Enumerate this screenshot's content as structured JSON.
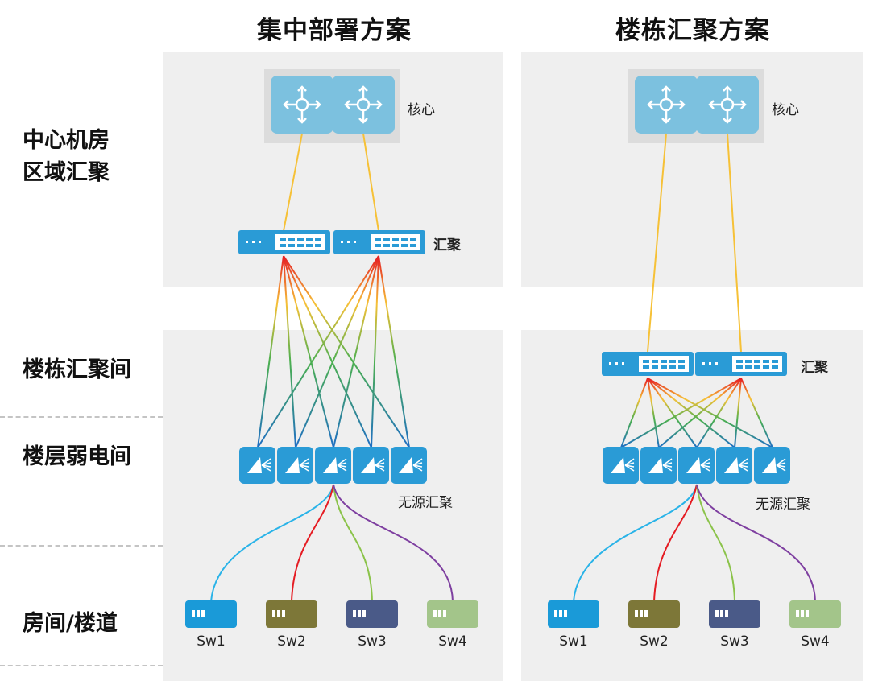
{
  "schemes": [
    {
      "title": "集中部署方案",
      "core_label": "核心",
      "agg_label": "汇聚",
      "passive_label": "无源汇聚",
      "switches": [
        "Sw1",
        "Sw2",
        "Sw3",
        "Sw4"
      ]
    },
    {
      "title": "楼栋汇聚方案",
      "core_label": "核心",
      "agg_label": "汇聚",
      "passive_label": "无源汇聚",
      "switches": [
        "Sw1",
        "Sw2",
        "Sw3",
        "Sw4"
      ]
    }
  ],
  "rows": {
    "center_line1": "中心机房",
    "center_line2": "区域汇聚",
    "building": "楼栋汇聚间",
    "floor": "楼层弱电间",
    "room": "房间/楼道"
  },
  "colors": {
    "panel_bg": "#efefef",
    "device_blue": "#2a9bd6",
    "core_blue": "#7cc1df",
    "uplink_yellow": "#f6c137",
    "sw_colors": [
      "#1a9ad8",
      "#7d7738",
      "#4a5a88",
      "#a3c58a"
    ],
    "cable_colors": [
      "#29b3e8",
      "#e51c23",
      "#8bc34a",
      "#7e3fa0"
    ]
  },
  "icons": {
    "core": "router-icon",
    "aggregation": "switch-icon",
    "passive": "optical-splitter-icon",
    "access": "access-switch-icon"
  }
}
